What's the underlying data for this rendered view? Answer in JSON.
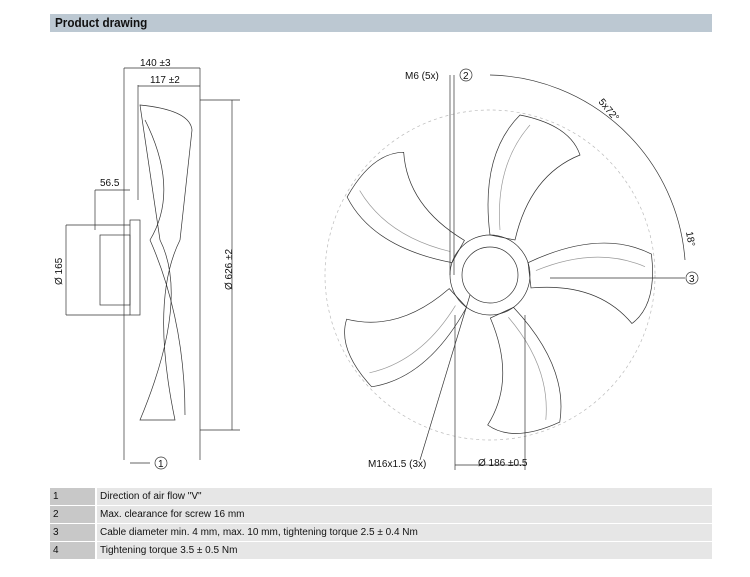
{
  "header": {
    "title": "Product drawing"
  },
  "dimensions": {
    "d140": "140 ±3",
    "d117": "117 ±2",
    "d565": "56.5",
    "d165": "Ø 165",
    "d626": "Ø 626 ±2",
    "m6": "M6 (5x)",
    "angle72": "5x72°",
    "angle18": "18°",
    "m16": "M16x1.5 (3x)",
    "d186": "Ø 186 ±0.5"
  },
  "callouts": [
    "1",
    "2",
    "3"
  ],
  "notes": [
    {
      "num": "1",
      "text": "Direction of air flow \"V\""
    },
    {
      "num": "2",
      "text": "Max. clearance for screw 16 mm"
    },
    {
      "num": "3",
      "text": "Cable diameter min. 4 mm, max. 10 mm, tightening torque 2.5 ± 0.4 Nm"
    },
    {
      "num": "4",
      "text": "Tightening torque 3.5 ± 0.5 Nm"
    }
  ]
}
